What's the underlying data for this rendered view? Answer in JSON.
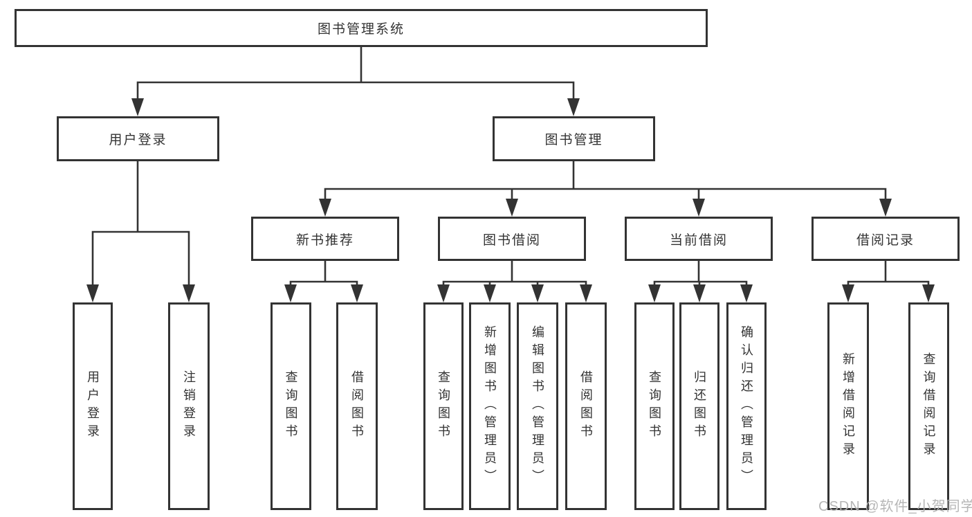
{
  "tree": {
    "root": "图书管理系统",
    "children": [
      {
        "label": "用户登录",
        "children": [
          "用户登录",
          "注销登录"
        ]
      },
      {
        "label": "图书管理",
        "children": [
          {
            "label": "新书推荐",
            "children": [
              "查询图书",
              "借阅图书"
            ]
          },
          {
            "label": "图书借阅",
            "children": [
              "查询图书",
              "新增图书（管理员）",
              "编辑图书（管理员）",
              "借阅图书"
            ]
          },
          {
            "label": "当前借阅",
            "children": [
              "查询图书",
              "归还图书",
              "确认归还（管理员）"
            ]
          },
          {
            "label": "借阅记录",
            "children": [
              "新增借阅记录",
              "查询借阅记录"
            ]
          }
        ]
      }
    ]
  },
  "watermark": {
    "text": "CSDN @软件_小贺同学",
    "color": "#b2b2b2"
  },
  "colors": {
    "background": "#ffffff",
    "line": "#333333",
    "box_border": "#333333",
    "text": "#333333"
  }
}
